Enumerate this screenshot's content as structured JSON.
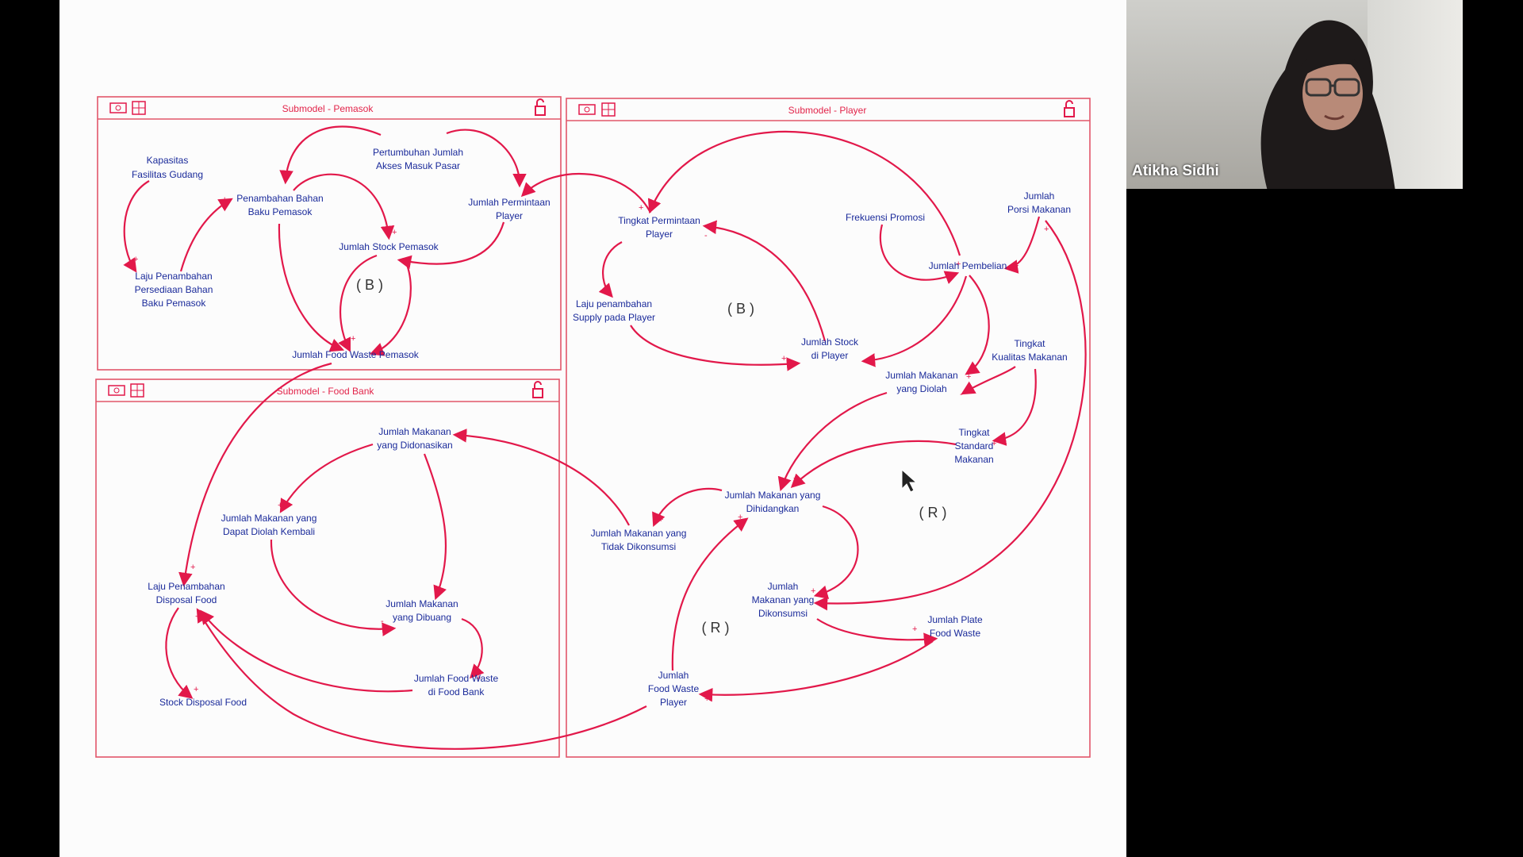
{
  "participant": {
    "name": "Atikha Sidhi"
  },
  "panels": {
    "pemasok": {
      "title": "Submodel - Pemasok"
    },
    "player": {
      "title": "Submodel - Player"
    },
    "foodbank": {
      "title": "Submodel - Food Bank"
    }
  },
  "nodes": {
    "kapasitas1": "Kapasitas",
    "kapasitas2": "Fasilitas Gudang",
    "pertumbuhan1": "Pertumbuhan Jumlah",
    "pertumbuhan2": "Akses Masuk Pasar",
    "penambahan1": "Penambahan Bahan",
    "penambahan2": "Baku Pemasok",
    "permintaan1": "Jumlah Permintaan",
    "permintaan2": "Player",
    "stock_pemasok": "Jumlah Stock Pemasok",
    "laju1": "Laju Penambahan",
    "laju2": "Persediaan Bahan",
    "laju3": "Baku Pemasok",
    "fw_pemasok": "Jumlah Food Waste Pemasok",
    "tingkat_perm1": "Tingkat Permintaan",
    "tingkat_perm2": "Player",
    "frekuensi": "Frekuensi Promosi",
    "porsi1": "Jumlah",
    "porsi2": "Porsi Makanan",
    "pembelian": "Jumlah Pembelian",
    "laju_supply1": "Laju penambahan",
    "laju_supply2": "Supply pada Player",
    "stock_player1": "Jumlah Stock",
    "stock_player2": "di Player",
    "kualitas1": "Tingkat",
    "kualitas2": "Kualitas Makanan",
    "diolah1": "Jumlah Makanan",
    "diolah2": "yang Diolah",
    "standard1": "Tingkat",
    "standard2": "Standard",
    "standard3": "Makanan",
    "dihidangkan1": "Jumlah Makanan yang",
    "dihidangkan2": "Dihidangkan",
    "tidak_dikonsumsi1": "Jumlah Makanan yang",
    "tidak_dikonsumsi2": "Tidak Dikonsumsi",
    "dikonsumsi1": "Jumlah",
    "dikonsumsi2": "Makanan yang",
    "dikonsumsi3": "Dikonsumsi",
    "plate1": "Jumlah Plate",
    "plate2": "Food Waste",
    "fw_player1": "Jumlah",
    "fw_player2": "Food Waste",
    "fw_player3": "Player",
    "didonasikan1": "Jumlah Makanan",
    "didonasikan2": "yang Didonasikan",
    "diolah_kembali1": "Jumlah Makanan yang",
    "diolah_kembali2": "Dapat Diolah Kembali",
    "laju_disposal1": "Laju Penambahan",
    "laju_disposal2": "Disposal Food",
    "dibuang1": "Jumlah Makanan",
    "dibuang2": "yang Dibuang",
    "fw_foodbank1": "Jumlah Food Waste",
    "fw_foodbank2": "di Food Bank",
    "stock_disposal": "Stock Disposal Food"
  },
  "loops": {
    "b1": "( B )",
    "b2": "( B )",
    "r1": "( R )",
    "r2": "( R )"
  },
  "colors": {
    "link": "#e2184a",
    "node_text": "#1a2a9a",
    "panel": "#e2566a"
  }
}
